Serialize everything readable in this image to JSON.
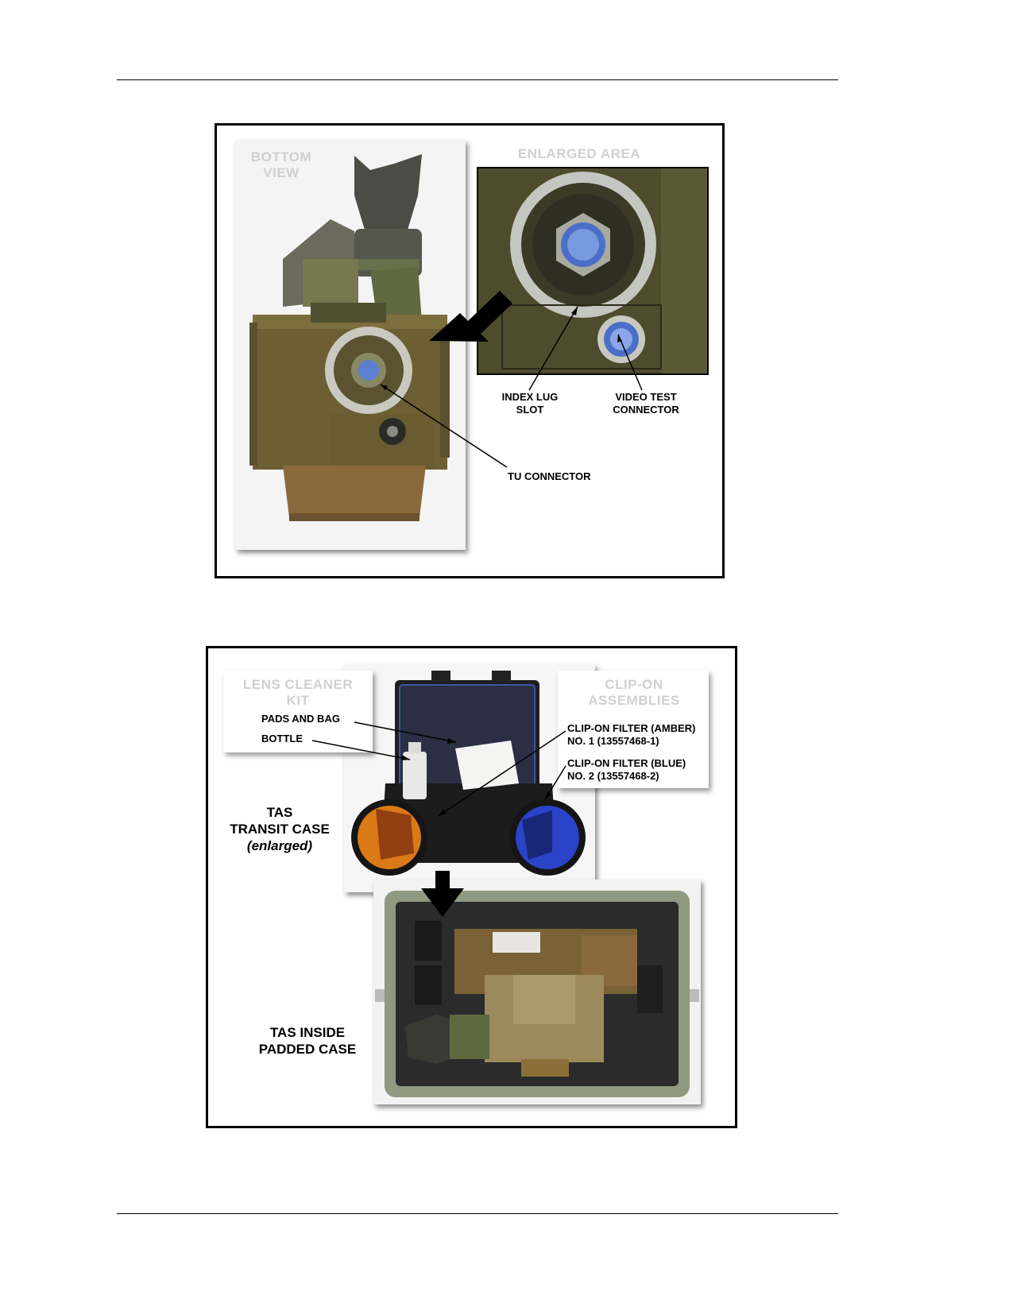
{
  "figure_top": {
    "bottom_view_title": "BOTTOM VIEW",
    "enlarged_area_title": "ENLARGED AREA",
    "index_lug_slot_label": "INDEX LUG SLOT",
    "video_test_connector_label": "VIDEO TEST CONNECTOR",
    "tu_connector_label": "TU CONNECTOR"
  },
  "figure_bottom": {
    "lens_cleaner_kit_title": "LENS CLEANER KIT",
    "pads_and_bag_label": "PADS AND BAG",
    "bottle_label": "BOTTLE",
    "clip_on_assemblies_title": "CLIP-ON ASSEMBLIES",
    "amber_filter_label": "CLIP-ON FILTER (AMBER) NO. 1 (13557468-1)",
    "blue_filter_label": "CLIP-ON FILTER (BLUE) NO. 2 (13557468-2)",
    "transit_case_label_line1": "TAS",
    "transit_case_label_line2": "TRANSIT CASE",
    "transit_case_label_line3": "(enlarged)",
    "padded_case_label": "TAS INSIDE PADDED CASE"
  },
  "colors": {
    "olive_drab": "#5f5a34",
    "tan_brown": "#7a6236",
    "amber_filter": "#d97a16",
    "blue_filter": "#2a43c8",
    "case_green": "#8f9a80"
  }
}
